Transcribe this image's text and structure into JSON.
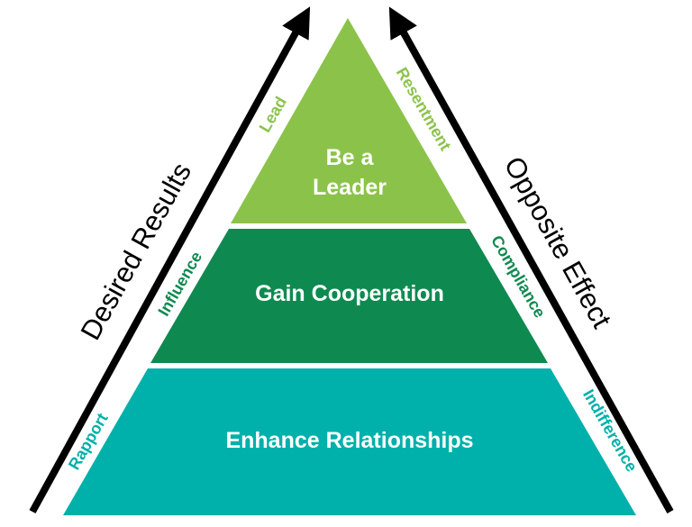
{
  "colors": {
    "top_tier": "#8BC34A",
    "middle_tier": "#0E8A50",
    "bottom_tier": "#00B0AA",
    "arrow": "#000000"
  },
  "tiers": {
    "top": {
      "line1": "Be a",
      "line2": "Leader"
    },
    "middle": {
      "label": "Gain Cooperation"
    },
    "bottom": {
      "label": "Enhance Relationships"
    }
  },
  "left_side": {
    "top": "Lead",
    "middle": "Influence",
    "bottom": "Rapport"
  },
  "right_side": {
    "top": "Resentment",
    "middle": "Compliance",
    "bottom": "Indifference"
  },
  "arrows": {
    "left_label": "Desired Results",
    "right_label": "Opposite Effect",
    "left_icon": "arrow-up-icon",
    "right_icon": "arrow-up-icon"
  }
}
